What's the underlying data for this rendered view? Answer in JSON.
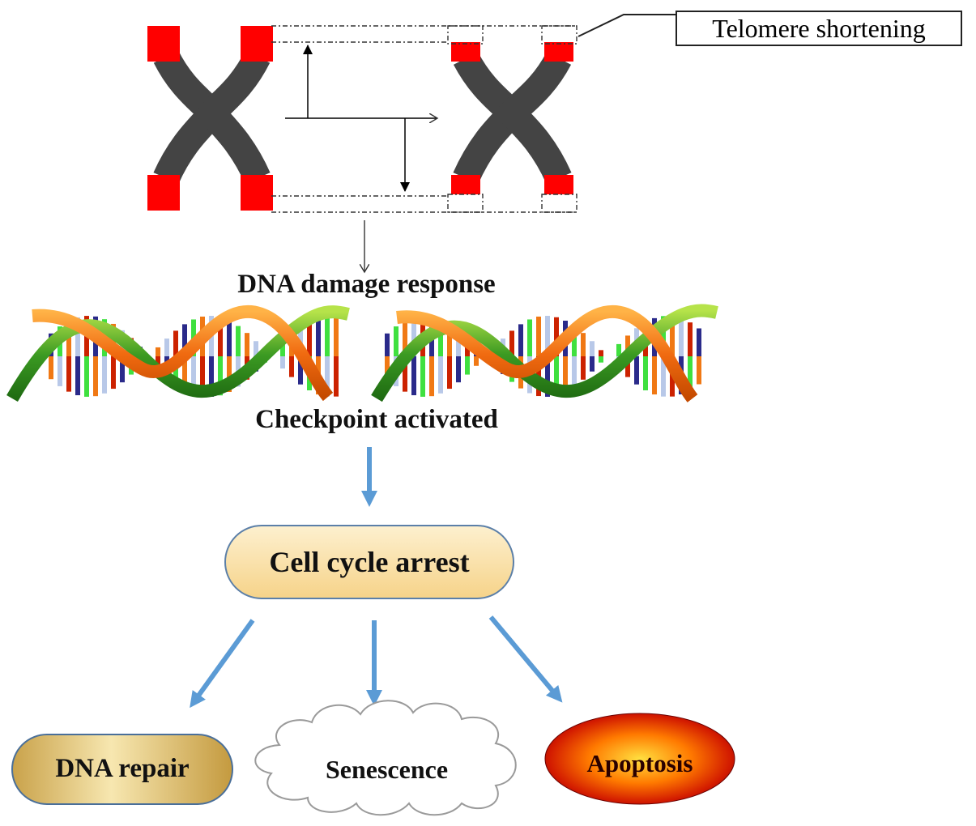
{
  "labels": {
    "telomere": "Telomere shortening",
    "dna_damage": "DNA damage response",
    "checkpoint": "Checkpoint activated",
    "arrest": "Cell cycle arrest",
    "repair": "DNA repair",
    "senescence": "Senescence",
    "apoptosis": "Apoptosis"
  },
  "colors": {
    "telomere_red": "#ff0000",
    "chromosome_gray": "#444444",
    "flow_arrow_blue": "#5b9bd5",
    "arrest_fill": "#fbe3a8",
    "repair_fill": "#e8c877",
    "apoptosis_core": "#ffd23c",
    "apoptosis_edge": "#a30000",
    "dna_orange": "#f07814",
    "dna_green": "#2a8a1e"
  }
}
